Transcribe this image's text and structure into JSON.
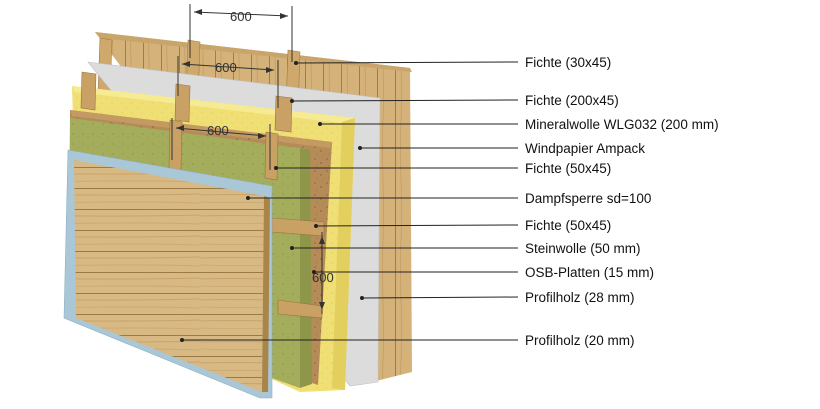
{
  "dimensions": {
    "top": "600",
    "middle": "600",
    "lower": "600",
    "side": "600"
  },
  "layers": [
    {
      "label": "Fichte (30x45)"
    },
    {
      "label": "Fichte (200x45)"
    },
    {
      "label": "Mineralwolle WLG032 (200 mm)"
    },
    {
      "label": "Windpapier Ampack"
    },
    {
      "label": "Fichte (50x45)"
    },
    {
      "label": "Dampfsperre sd=100"
    },
    {
      "label": "Fichte (50x45)"
    },
    {
      "label": "Steinwolle (50 mm)"
    },
    {
      "label": "OSB-Platten (15 mm)"
    },
    {
      "label": "Profilholz (28 mm)"
    },
    {
      "label": "Profilholz (20 mm)"
    }
  ],
  "colors": {
    "wood": "#d6b57e",
    "wood_dark": "#b8935a",
    "mineral_wool": "#f2e27a",
    "stone_wool": "#a8b060",
    "osb": "#b48a56",
    "wind_paper": "#d9d9d9",
    "vapour_barrier": "#a9c6d6"
  }
}
